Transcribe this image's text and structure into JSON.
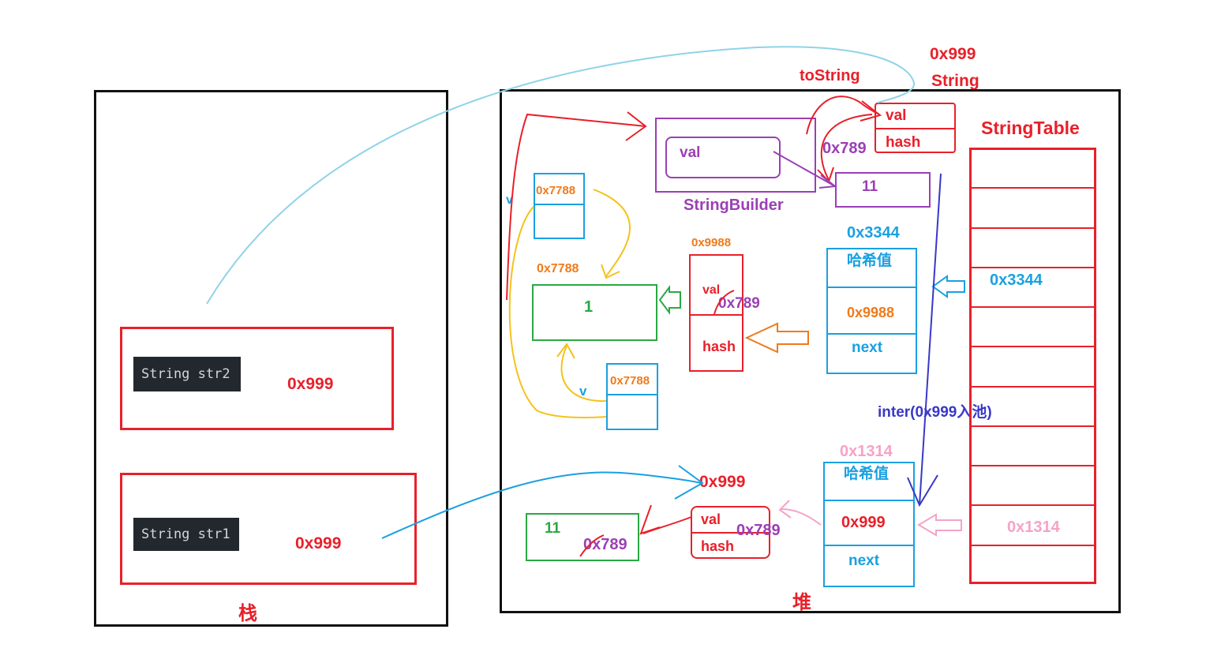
{
  "stack": {
    "title": "栈",
    "str2_code": "String str2",
    "str2_value": "0x999",
    "str1_code": "String str1",
    "str1_value": "0x999"
  },
  "heap": {
    "title": "堆",
    "string_obj": {
      "address": "0x999",
      "type": "String",
      "field_val": "val",
      "field_hash": "hash",
      "to_string": "toString"
    },
    "string_builder": {
      "label": "StringBuilder",
      "field_val": "val",
      "val_ref": "0x789",
      "array_value": "11"
    },
    "node_a": {
      "address": "0x7788",
      "letter": "v"
    },
    "node_b": {
      "address": "0x7788",
      "letter": "v"
    },
    "green_box": {
      "address": "0x7788",
      "value": "1"
    },
    "obj_9988": {
      "address": "0x9988",
      "field_val": "val",
      "val_ref": "0x789",
      "field_hash": "hash"
    },
    "entry_3344": {
      "address": "0x3344",
      "hash": "哈希值",
      "value": "0x9988",
      "next": "next"
    },
    "inter_label": "inter(0x999入池)",
    "entry_1314": {
      "address": "0x1314",
      "hash": "哈希值",
      "value": "0x999",
      "next": "next"
    },
    "bottom_string": {
      "address": "0x999",
      "field_val": "val",
      "val_ref": "0x789",
      "field_hash": "hash"
    },
    "bottom_array": {
      "value": "11",
      "ref": "0x789"
    },
    "string_table": {
      "title": "StringTable",
      "slot_3344": "0x3344",
      "slot_1314": "0x1314",
      "slot_count": 11
    }
  },
  "colors": {
    "red": "#e8202a",
    "purple": "#9b3fb5",
    "blue": "#1aa0e0",
    "orange": "#f07a1a",
    "green": "#2aa843",
    "yellow": "#f5c21b",
    "pink": "#f5a3c7",
    "navy": "#3838c8",
    "lightblue": "#8fd3e8"
  }
}
